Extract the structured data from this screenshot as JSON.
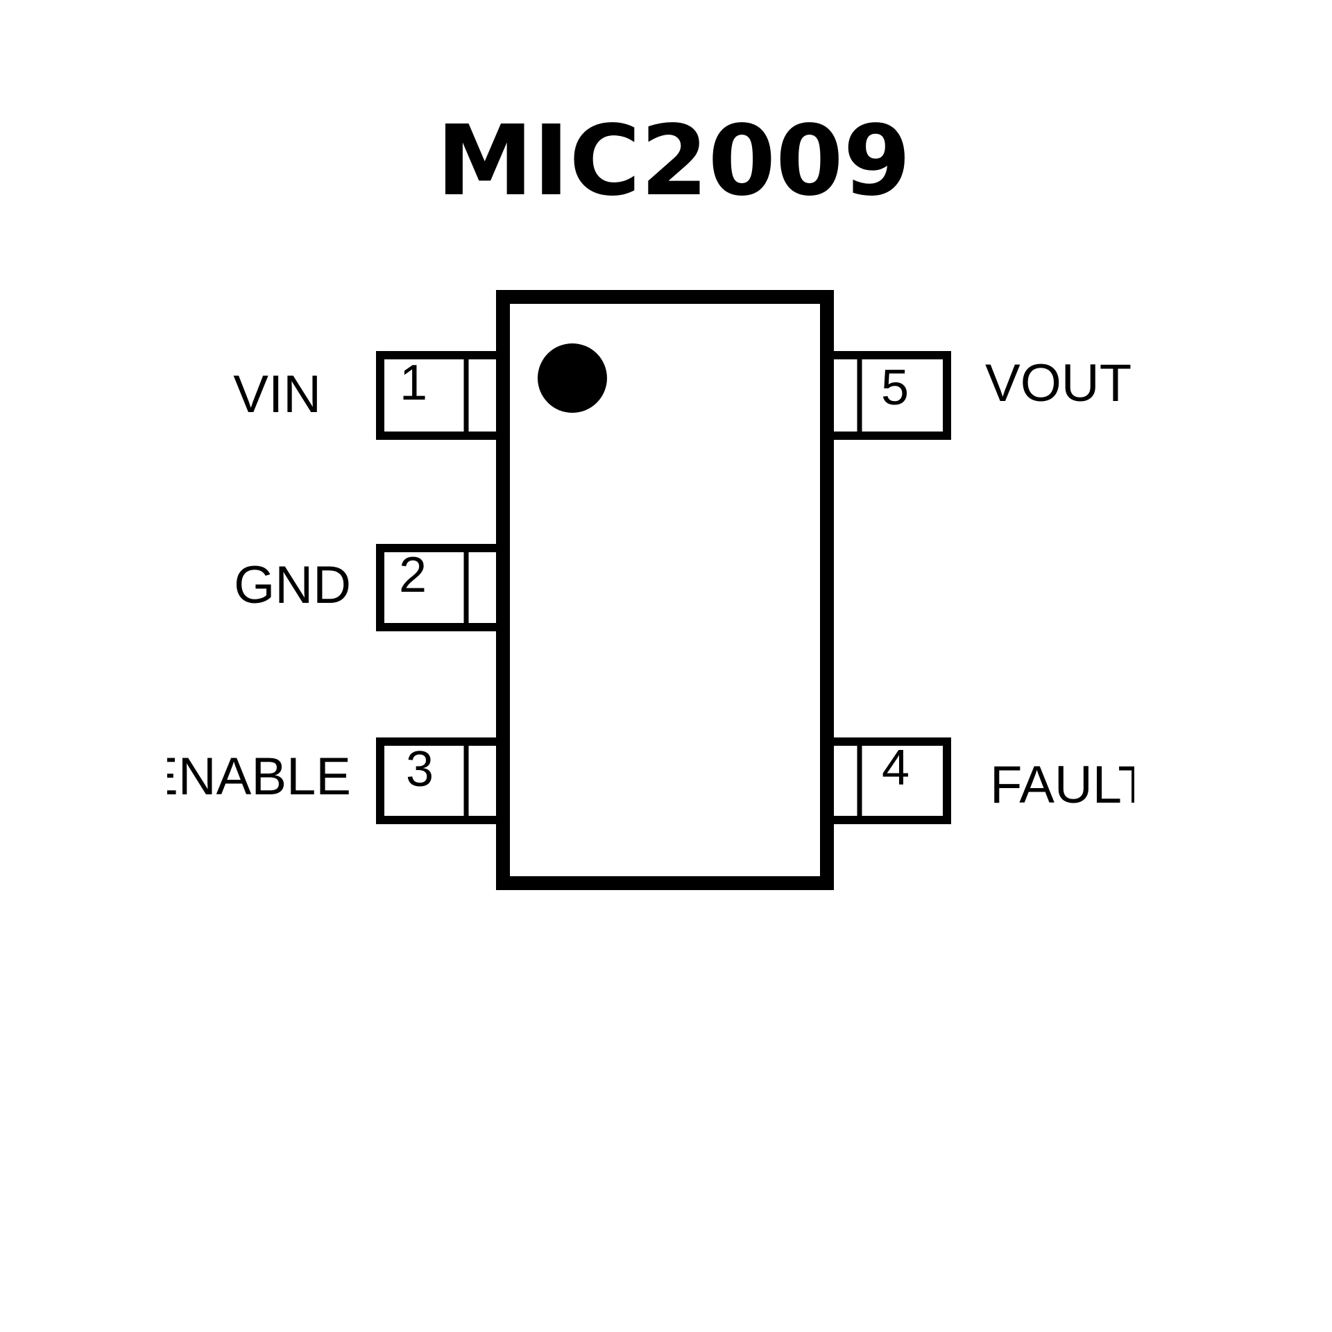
{
  "title": "MIC2009",
  "pins": {
    "p1": {
      "number": "1",
      "name": "VIN"
    },
    "p2": {
      "number": "2",
      "name": "GND"
    },
    "p3": {
      "number": "3",
      "name": "ENABLE"
    },
    "p4": {
      "number": "4",
      "name": "FAULT/"
    },
    "p5": {
      "number": "5",
      "name": "VOUT"
    }
  },
  "colors": {
    "stroke": "#000000",
    "background": "#ffffff"
  }
}
